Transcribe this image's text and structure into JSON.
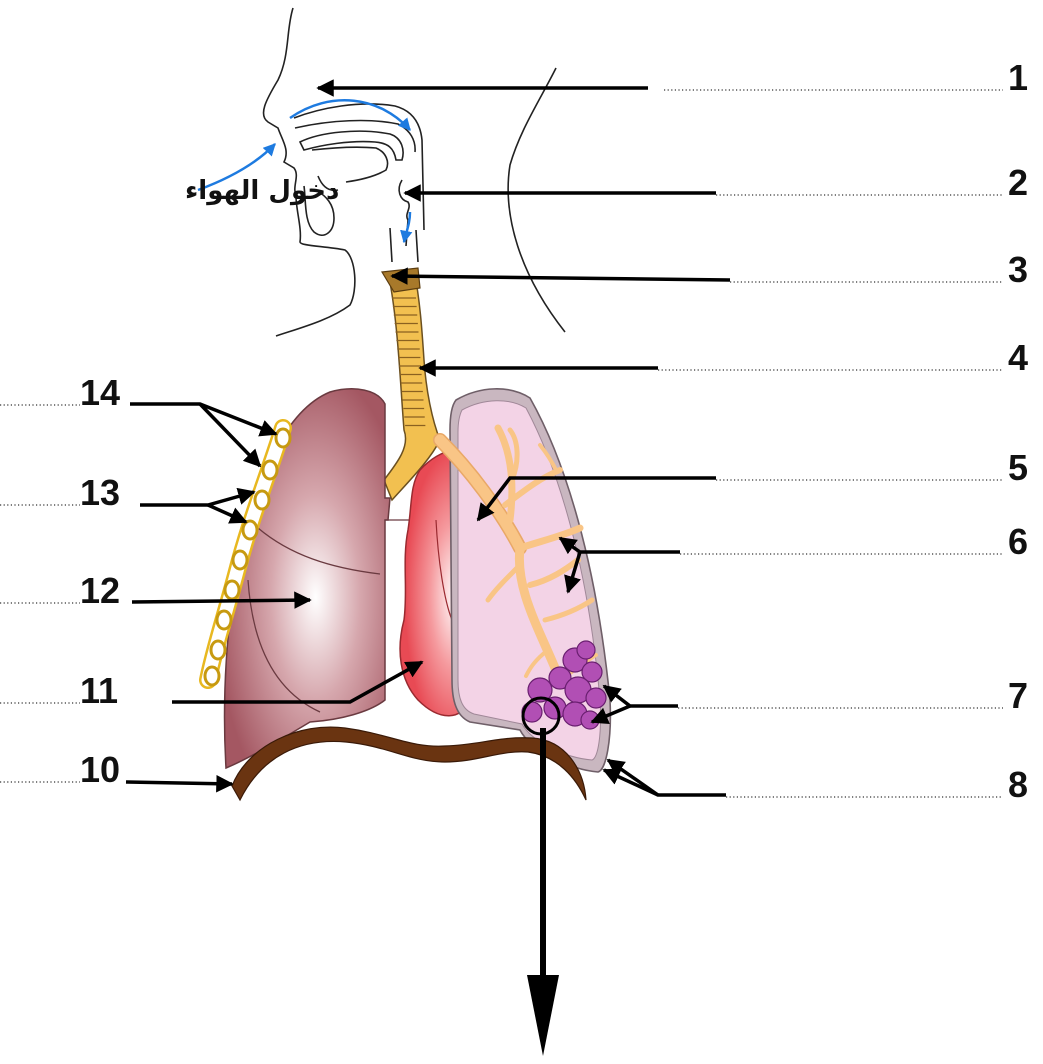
{
  "diagram": {
    "air_entry_label": "دخول الهواء",
    "labels": [
      "1",
      "2",
      "3",
      "4",
      "5",
      "6",
      "7",
      "8",
      "10",
      "11",
      "12",
      "13",
      "14"
    ],
    "colors": {
      "trachea": "#f2c050",
      "lung_left": "#b36a73",
      "lung_right_fill": "#f3d3e6",
      "heart": "#ee5a62",
      "bronchi": "#f9c586",
      "alveoli": "#b14fb4",
      "diaphragm": "#6a3411",
      "rib": "#e8b820",
      "air_arrow": "#1e7be0"
    }
  }
}
